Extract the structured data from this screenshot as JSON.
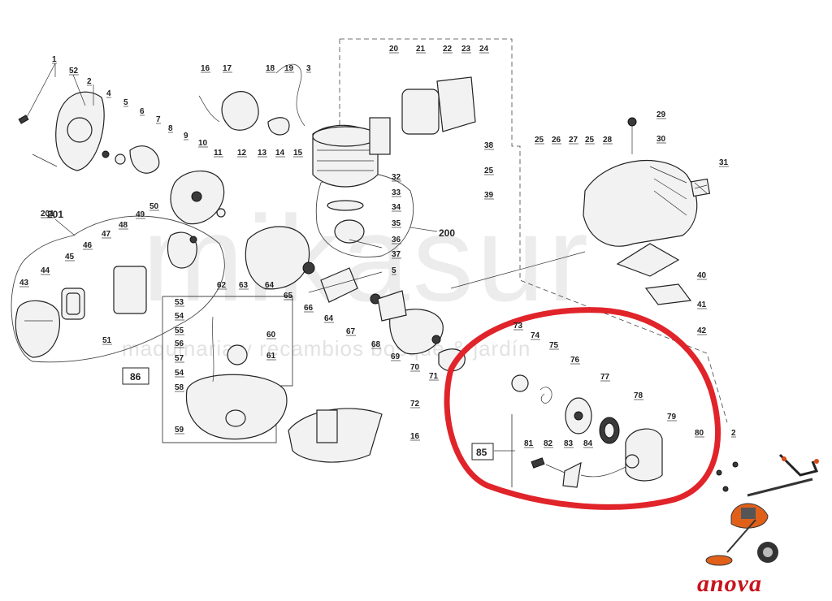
{
  "watermark": {
    "main": "mikasur",
    "sub": "maquinaria y recambios bosque & jardín"
  },
  "brand": "anova",
  "highlight_color": "#e0242a",
  "brand_color": "#c8141c",
  "group_labels": [
    "201",
    "200",
    "86",
    "85"
  ],
  "labels": [
    "1",
    "52",
    "2",
    "4",
    "5",
    "6",
    "7",
    "8",
    "9",
    "10",
    "11",
    "12",
    "16",
    "17",
    "18",
    "19",
    "3",
    "13",
    "14",
    "15",
    "20",
    "21",
    "22",
    "23",
    "24",
    "38",
    "25",
    "39",
    "32",
    "33",
    "34",
    "35",
    "36",
    "37",
    "5",
    "29",
    "30",
    "25",
    "26",
    "27",
    "25",
    "28",
    "31",
    "201",
    "48",
    "49",
    "50",
    "47",
    "46",
    "45",
    "44",
    "43",
    "51",
    "62",
    "63",
    "64",
    "65",
    "66",
    "64",
    "67",
    "68",
    "69",
    "70",
    "71",
    "53",
    "54",
    "55",
    "56",
    "57",
    "54",
    "58",
    "60",
    "61",
    "59",
    "72",
    "16",
    "40",
    "41",
    "42",
    "73",
    "74",
    "75",
    "76",
    "77",
    "78",
    "79",
    "80",
    "2",
    "81",
    "82",
    "83",
    "84"
  ]
}
